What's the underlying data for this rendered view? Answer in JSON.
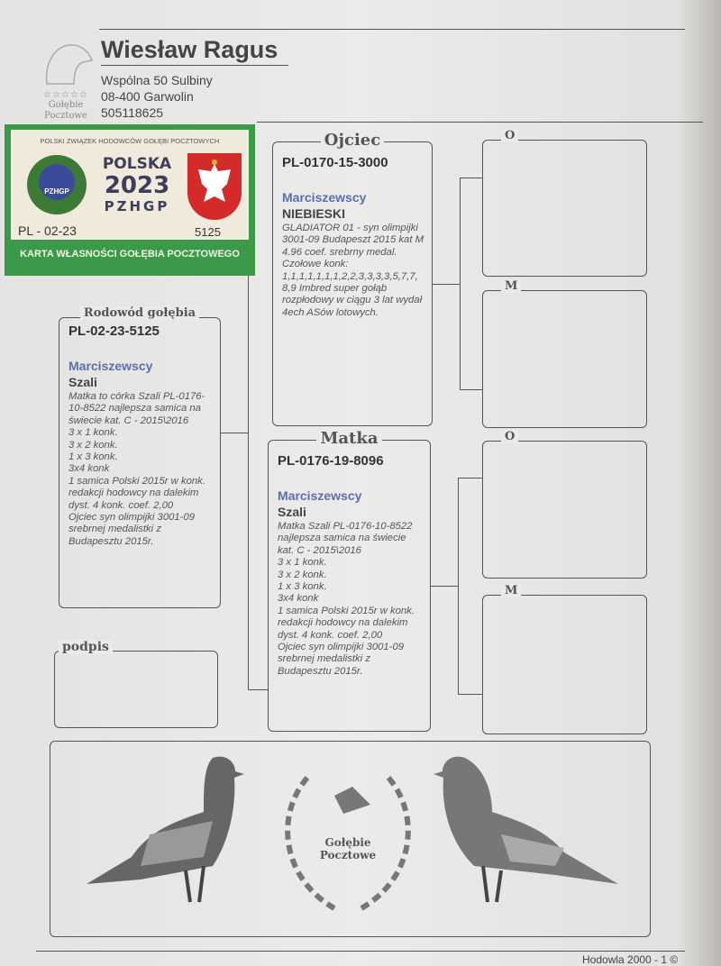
{
  "header": {
    "name": "Wiesław Ragus",
    "address1": "Wspólna 50  Sulbiny",
    "address2": "08-400 Garwolin",
    "phone": "505118625",
    "logo_text": "Gołębie Pocztowe",
    "logo_stars": "☆☆☆☆☆"
  },
  "card": {
    "org": "POLSKI ZWIĄZEK HODOWCÓW GOŁĘBI POCZTOWYCH",
    "country": "POLSKA",
    "year": "2023",
    "abbr": "PZHGP",
    "emblem_text": "PZHGP",
    "ring_prefix": "PL - 02-23",
    "ring_number": "5125",
    "footer": "KARTA  WŁASNOŚCI GOŁĘBIA POCZTOWEGO",
    "green": "#3a9a4a"
  },
  "pigeon": {
    "legend": "Rodowód gołębia",
    "ring": "PL-02-23-5125",
    "breeder": "Marciszewscy",
    "name": "Szali",
    "description": "Matka to córka Szali PL-0176-10-8522 najlepsza samica na świecie kat. C  -  2015\\2016\n3 x 1 konk.\n3 x 2 konk.\n1 x 3 konk.\n3x4 konk\n1 samica Polski 2015r w konk. redakcji hodowcy na dalekim dyst. 4 konk. coef. 2,00\nOjciec syn olimpijki 3001-09 srebrnej medalistki z Budapesztu 2015r."
  },
  "father": {
    "legend": "Ojciec",
    "ring": "PL-0170-15-3000",
    "breeder": "Marciszewscy",
    "name": "NIEBIESKI",
    "description": "GLADIATOR 01  - syn olimpijki 3001-09 Budapeszt 2015 kat M 4.96 coef. srebrny medal. Czołowe konk: 1,1,1,1,1,1,1,2,2,3,3,3,3,5,7,7, 8,9  Imbred super gołąb rozpłodowy w ciągu 3 lat wydał 4ech ASów lotowych."
  },
  "mother": {
    "legend": "Matka",
    "ring": "PL-0176-19-8096",
    "breeder": "Marciszewscy",
    "name": "Szali",
    "description": "Matka Szali PL-0176-10-8522 najlepsza samica na świecie kat. C  -  2015\\2016\n3 x 1 konk.\n3 x 2 konk.\n1 x 3 konk.\n3x4 konk\n1 samica Polski 2015r w konk. redakcji hodowcy na dalekim dyst. 4 konk. coef. 2,00\nOjciec syn olimpijki 3001-09 srebrnej medalistki z Budapesztu 2015r."
  },
  "grandparents": {
    "ff": "O",
    "fm": "M",
    "mf": "O",
    "mm": "M"
  },
  "signature": {
    "legend": "podpis"
  },
  "bottom": {
    "emblem_text": "Gołębie Pocztowe"
  },
  "footer": {
    "text": "Hodowla 2000 - 1 ©"
  }
}
